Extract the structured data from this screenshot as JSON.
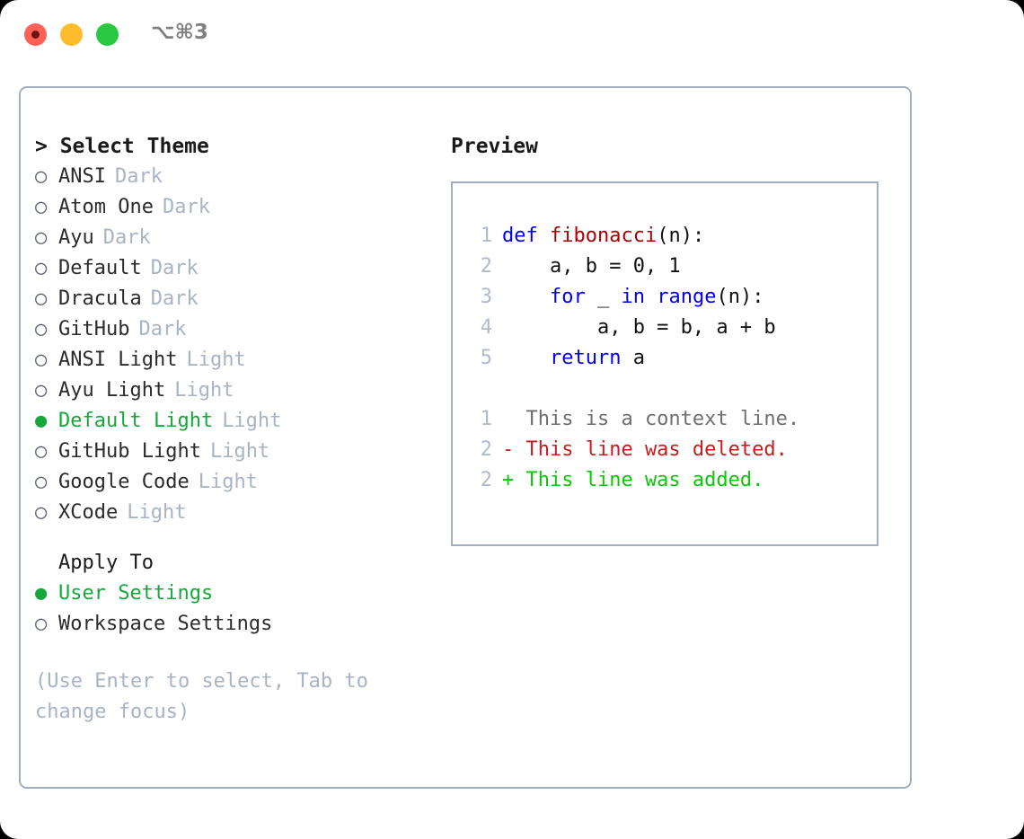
{
  "titlebar": {
    "shortcut": "⌥⌘3",
    "buttons": [
      {
        "name": "close",
        "color": "#ff6058"
      },
      {
        "name": "minimize",
        "color": "#ffbd2e"
      },
      {
        "name": "maximize",
        "color": "#28c840"
      }
    ]
  },
  "theme_selector": {
    "heading": "> Select Theme",
    "marker_unselected": "○",
    "marker_selected": "●",
    "items": [
      {
        "label": "ANSI",
        "tag": "Dark",
        "selected": false
      },
      {
        "label": "Atom One",
        "tag": "Dark",
        "selected": false
      },
      {
        "label": "Ayu",
        "tag": "Dark",
        "selected": false
      },
      {
        "label": "Default",
        "tag": "Dark",
        "selected": false
      },
      {
        "label": "Dracula",
        "tag": "Dark",
        "selected": false
      },
      {
        "label": "GitHub",
        "tag": "Dark",
        "selected": false
      },
      {
        "label": "ANSI Light",
        "tag": "Light",
        "selected": false
      },
      {
        "label": "Ayu Light",
        "tag": "Light",
        "selected": false
      },
      {
        "label": "Default Light",
        "tag": "Light",
        "selected": true
      },
      {
        "label": "GitHub Light",
        "tag": "Light",
        "selected": false
      },
      {
        "label": "Google Code",
        "tag": "Light",
        "selected": false
      },
      {
        "label": "XCode",
        "tag": "Light",
        "selected": false
      }
    ]
  },
  "apply_to": {
    "heading": "Apply To",
    "items": [
      {
        "label": "User Settings",
        "selected": true
      },
      {
        "label": "Workspace Settings",
        "selected": false
      }
    ]
  },
  "hint": "(Use Enter to select, Tab to change focus)",
  "preview": {
    "title": "Preview",
    "code_lines": [
      {
        "no": "1",
        "tokens": [
          {
            "t": "def ",
            "k": "kw"
          },
          {
            "t": "fibonacci",
            "k": "fn"
          },
          {
            "t": "(n):",
            "k": "plain"
          }
        ]
      },
      {
        "no": "2",
        "tokens": [
          {
            "t": "    a, b = 0, 1",
            "k": "plain"
          }
        ]
      },
      {
        "no": "3",
        "tokens": [
          {
            "t": "    ",
            "k": "plain"
          },
          {
            "t": "for",
            "k": "kw"
          },
          {
            "t": " _ ",
            "k": "plain"
          },
          {
            "t": "in",
            "k": "kw"
          },
          {
            "t": " ",
            "k": "plain"
          },
          {
            "t": "range",
            "k": "kw"
          },
          {
            "t": "(n):",
            "k": "plain"
          }
        ]
      },
      {
        "no": "4",
        "tokens": [
          {
            "t": "        a, b = b, a + b",
            "k": "plain"
          }
        ]
      },
      {
        "no": "5",
        "tokens": [
          {
            "t": "    ",
            "k": "plain"
          },
          {
            "t": "return",
            "k": "kw"
          },
          {
            "t": " a",
            "k": "plain"
          }
        ]
      }
    ],
    "diff_lines": [
      {
        "no": "1",
        "sign": "  ",
        "text": "This is a context line.",
        "kind": "context"
      },
      {
        "no": "2",
        "sign": "- ",
        "text": "This line was deleted.",
        "kind": "deleted"
      },
      {
        "no": "2",
        "sign": "+ ",
        "text": "This line was added.",
        "kind": "added"
      }
    ]
  },
  "colors": {
    "selected_green": "#16a83c",
    "tag_gray": "#a8b4c4",
    "border": "#a3adbd",
    "keyword_blue": "#0000ee",
    "function_red": "#aa0000",
    "diff_deleted": "#c41e1e",
    "diff_added": "#0ec50e",
    "diff_context": "#6f6f6f",
    "lineno": "#b0bac8"
  }
}
